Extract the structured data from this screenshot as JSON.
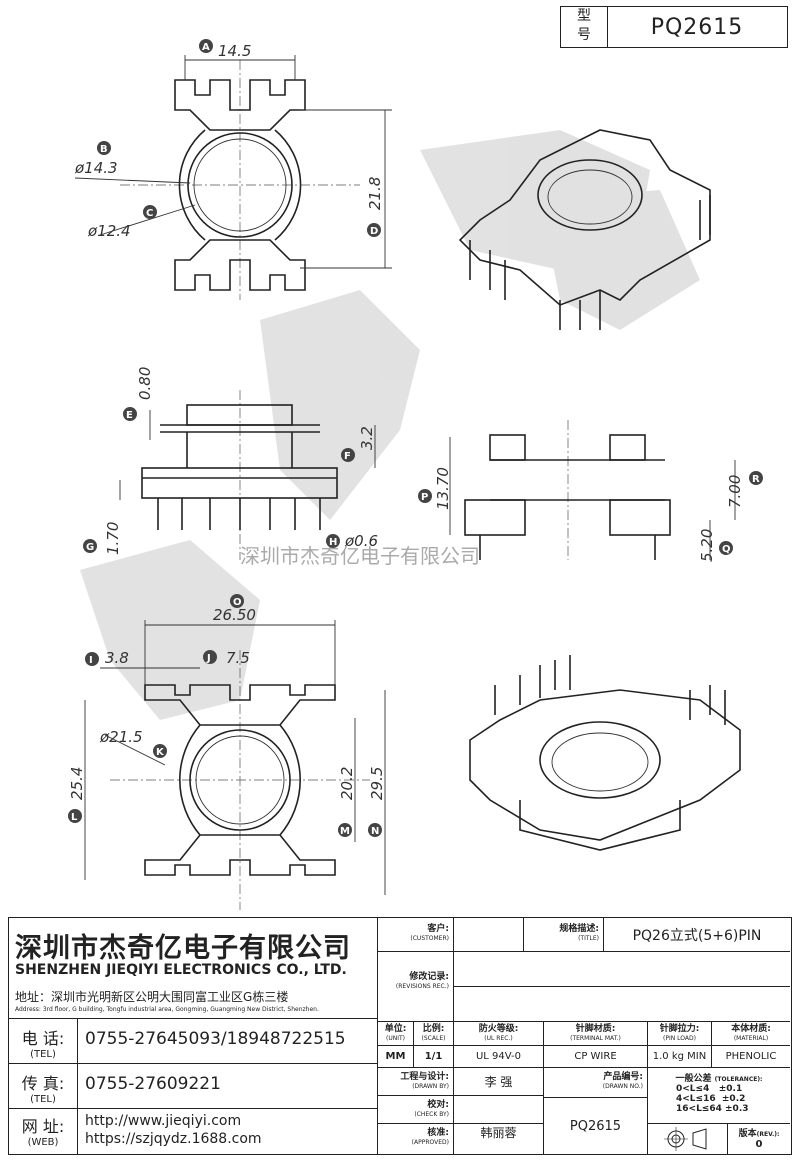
{
  "header": {
    "type_label_1": "型",
    "type_label_2": "号",
    "model": "PQ2615"
  },
  "watermark": "深圳市杰奇亿电子有限公司",
  "dimensions": {
    "A": "14.5",
    "B": "ø14.3",
    "C": "ø12.4",
    "D": "21.8",
    "E": "0.80",
    "F": "3.2",
    "G": "1.70",
    "H": "ø0.6",
    "O": "26.50",
    "I": "3.8",
    "J": "7.5",
    "K": "ø21.5",
    "L": "25.4",
    "M": "20.2",
    "N": "29.5",
    "P": "13.70",
    "R": "7.00",
    "Q": "5.20"
  },
  "badges": [
    "A",
    "B",
    "C",
    "D",
    "E",
    "F",
    "G",
    "H",
    "O",
    "I",
    "J",
    "K",
    "L",
    "M",
    "N",
    "P",
    "R",
    "Q"
  ],
  "company": {
    "name_cn": "深圳市杰奇亿电子有限公司",
    "name_en": "SHENZHEN JIEQIYI ELECTRONICS CO., LTD.",
    "address_label": "地址：",
    "address_cn": "深圳市光明新区公明大围同富工业区G栋三楼",
    "address_en": "Address: 3rd floor, G building, Tongfu industrial area, Gongming, Guangming New District, Shenzhen.",
    "tel_label": "电 话:",
    "tel_label_en": "(TEL)",
    "tel": "0755-27645093/18948722515",
    "fax_label": "传 真:",
    "fax_label_en": "(TEL)",
    "fax": "0755-27609221",
    "web_label": "网 址:",
    "web_label_en": "(WEB)",
    "web1": "http://www.jieqiyi.com",
    "web2": "https://szjqydz.1688.com"
  },
  "titleblock": {
    "customer_label": "客户:",
    "customer_label_en": "(CUSTOMER)",
    "spec_label": "规格描述:",
    "spec_label_en": "(TITLE)",
    "spec_value": "PQ26立式(5+6)PIN",
    "revision_label": "修改记录:",
    "revision_label_en": "(REVISIONS REC.)",
    "unit_label": "单位:",
    "unit_label_en": "(UNIT)",
    "unit_value": "MM",
    "scale_label": "比例:",
    "scale_label_en": "(SCALE)",
    "scale_value": "1/1",
    "ul_label": "防火等级:",
    "ul_label_en": "(UL REC.)",
    "ul_value": "UL 94V-0",
    "terminal_label": "针脚材质:",
    "terminal_label_en": "(TERMINAL MAT.)",
    "terminal_value": "CP WIRE",
    "pinload_label": "针脚拉力:",
    "pinload_label_en": "(PIN LOAD)",
    "pinload_value": "1.0 kg MIN",
    "material_label": "本体材质:",
    "material_label_en": "(MATERIAL)",
    "material_value": "PHENOLIC",
    "drawn_label": "工程与设计:",
    "drawn_label_en": "(DRAWN BY)",
    "drawn_value": "李 强",
    "check_label": "校对:",
    "check_label_en": "(CHECK BY)",
    "approved_label": "核准:",
    "approved_label_en": "(APPROVED)",
    "approved_value": "韩丽蓉",
    "drawno_label": "产品编号:",
    "drawno_label_en": "(DRAWN NO.)",
    "drawno_value": "PQ2615",
    "tolerance_label": "一般公差",
    "tolerance_label_en": "(TOLERANCE):",
    "tol1": "0<L≤4",
    "tol1v": "±0.1",
    "tol2": "4<L≤16",
    "tol2v": "±0.2",
    "tol3": "16<L≤64",
    "tol3v": "±0.3",
    "rev_label": "版本",
    "rev_label_en": "(REV.):",
    "rev_value": "0"
  }
}
